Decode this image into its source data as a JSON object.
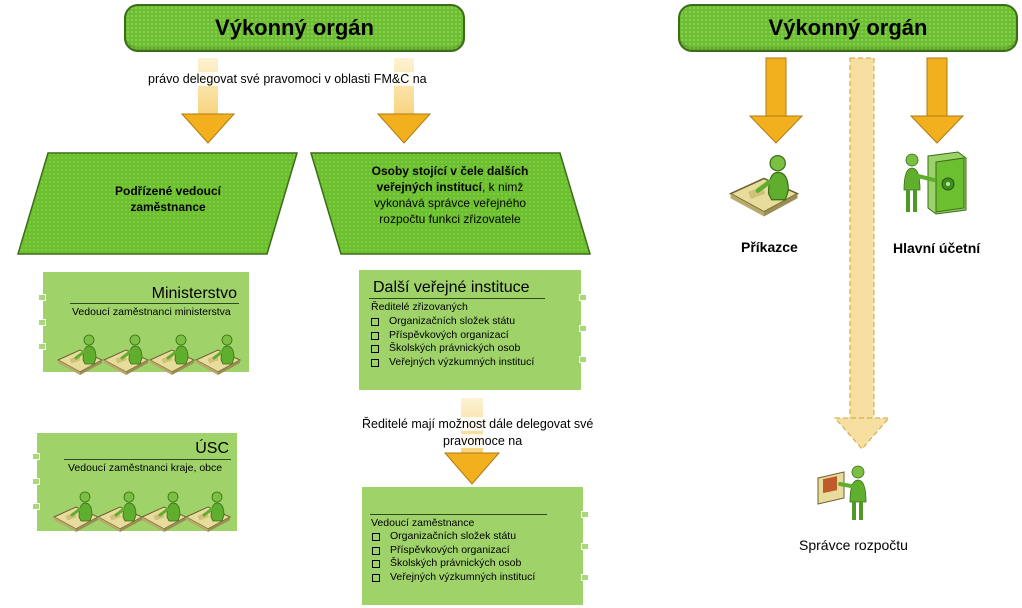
{
  "left": {
    "exec_title": "Výkonný orgán",
    "delegate_label": "právo delegovat své pravomoci v oblasti FM&C na",
    "subordinate_managers": "Podřízené vedoucí zaměstnance",
    "heads_bold": "Osoby stojící v čele dalších veřejných institucí",
    "heads_rest": ", k nimž vykonává správce veřejného rozpočtu funkci zřizovatele",
    "ministry": {
      "title": "Ministerstvo",
      "subtitle": "Vedoucí zaměstnanci ministerstva"
    },
    "usc": {
      "title": "ÚSC",
      "subtitle": "Vedoucí zaměstnanci kraje, obce"
    },
    "other_institutions": {
      "title": "Další veřejné instituce",
      "subtitle": "Ředitelé zřizovaných",
      "items": [
        "Organizačních složek státu",
        "Příspěvkových organizací",
        "Školských právnických osob",
        "Veřejných výzkumných institucí"
      ]
    },
    "directors_label_1": "Ředitelé mají možnost dále delegovat své",
    "directors_label_2": "pravomoce na",
    "executives": {
      "subtitle": "Vedoucí zaměstnance",
      "items": [
        "Organizačních složek státu",
        "Příspěvkových organizací",
        "Školských právnických osob",
        "Veřejných výzkumných institucí"
      ]
    }
  },
  "right": {
    "exec_title": "Výkonný orgán",
    "authorizer": "Příkazce",
    "chief_accountant": "Hlavní účetní",
    "budget_administrator": "Správce rozpočtu"
  },
  "colors": {
    "shape_green": "#6cbf2f",
    "box_light_green": "#9fd36a",
    "arrow_orange": "#f7b928",
    "arrow_light": "#f8e3a8"
  },
  "icons": [
    "person-at-desk-icon",
    "person-at-safe-icon",
    "person-at-board-icon"
  ]
}
